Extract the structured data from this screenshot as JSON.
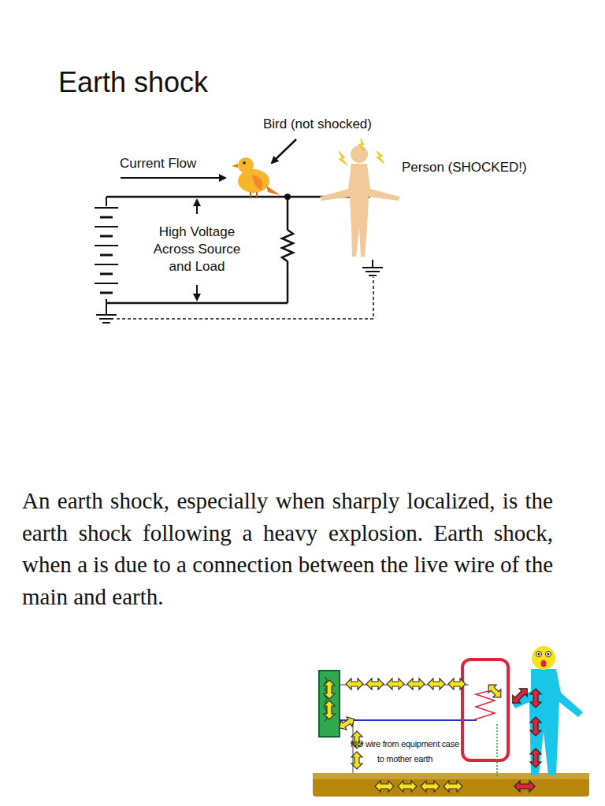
{
  "diagram": {
    "title": "Earth shock",
    "labels": [
      "Bird (not shocked)",
      "Current Flow",
      "Person (SHOCKED!)",
      "High Voltage Across Source and Load",
      "An earth shock, especially when sharply localized, is the earth shock following a heavy explosion. Earth shock, when a is due to a connection between the live wire of the main and earth.",
      "NO wire from equipment case to mother earth"
    ]
  }
}
